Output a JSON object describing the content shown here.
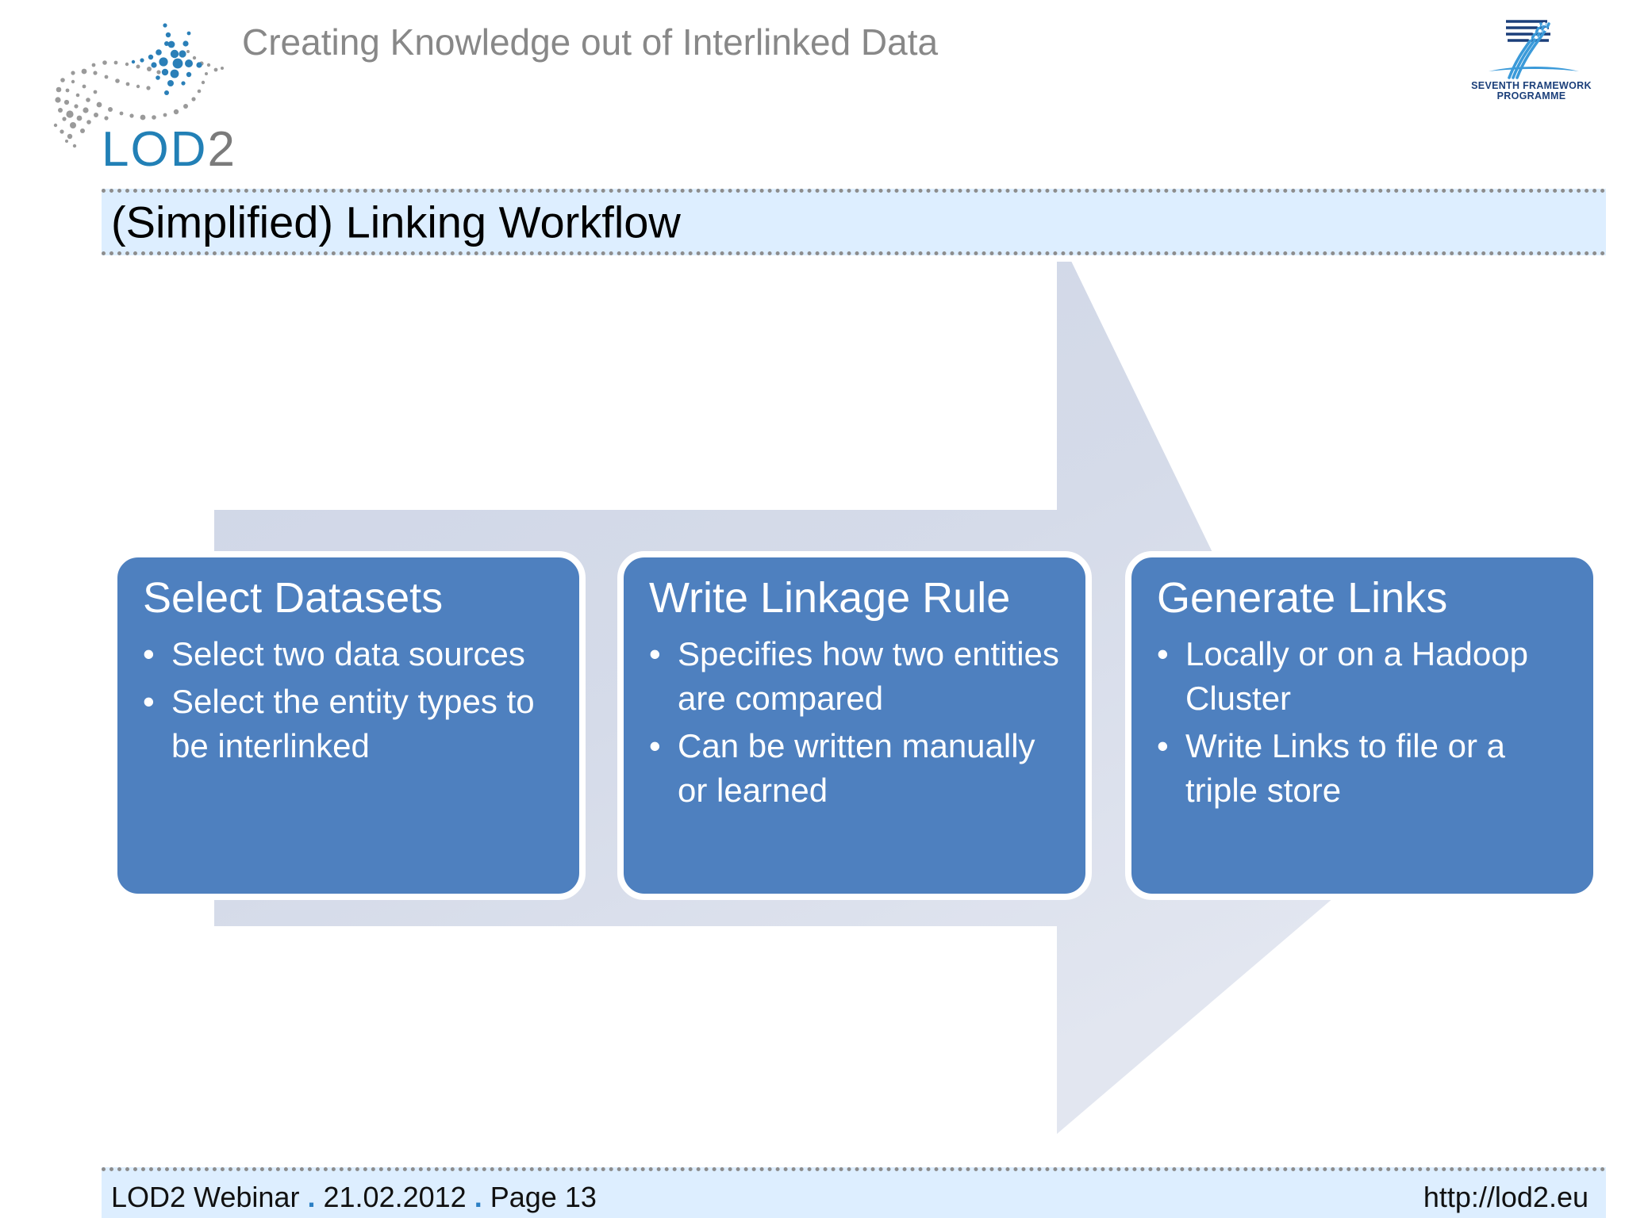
{
  "header": {
    "tagline": "Creating Knowledge out of Interlinked Data",
    "logo_word_primary": "LOD",
    "logo_word_secondary": "2",
    "logo_primary_color": "#2280b6",
    "logo_secondary_color": "#7b7b7b",
    "fp7_line1": "SEVENTH FRAMEWORK",
    "fp7_line2": "PROGRAMME"
  },
  "title": {
    "text": "(Simplified) Linking Workflow",
    "band_color": "#ddeeff"
  },
  "workflow": {
    "arrow_color": "#d2d8e8",
    "box_color": "#4e80bf",
    "steps": [
      {
        "title": "Select Datasets",
        "bullets": [
          "Select two data sources",
          "Select the entity types to be interlinked"
        ]
      },
      {
        "title": "Write Linkage Rule",
        "bullets": [
          "Specifies how two entities are compared",
          "Can be written manually or learned"
        ]
      },
      {
        "title": "Generate Links",
        "bullets": [
          "Locally or on a Hadoop Cluster",
          "Write Links to file or a triple store"
        ]
      }
    ]
  },
  "footer": {
    "event": "LOD2 Webinar",
    "date": "21.02.2012",
    "page": "Page 13",
    "separator": ".",
    "url": "http://lod2.eu"
  }
}
